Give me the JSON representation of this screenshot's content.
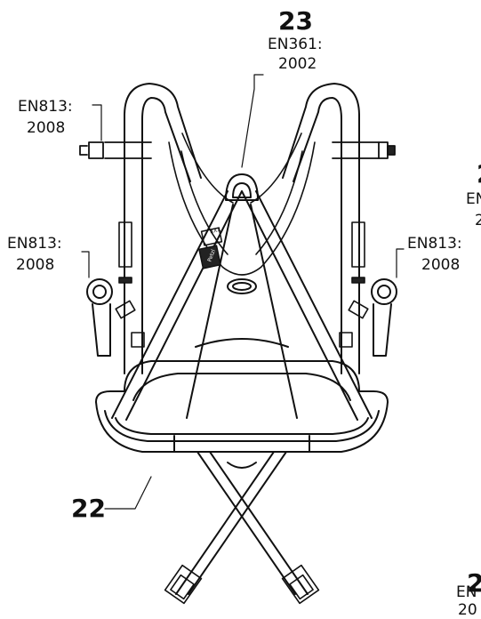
{
  "callouts": {
    "c23": {
      "number": "23",
      "line1": "EN361:",
      "line2": "2002"
    },
    "c22": {
      "number": "22"
    },
    "left_top": {
      "line1": "EN813:",
      "line2": "2008"
    },
    "left_mid": {
      "line1": "EN813:",
      "line2": "2008"
    },
    "right_mid": {
      "line1": "EN813:",
      "line2": "2008"
    },
    "right_cut_top": {
      "number": "2",
      "line1": "EN",
      "line2": "2"
    },
    "right_cut_bottom": {
      "number": "2",
      "line1": "EN",
      "line2": "20"
    }
  },
  "strap_tags": {
    "badge": "XXX",
    "logo": "Petzl"
  },
  "colors": {
    "line": "#111111",
    "paper": "#ffffff"
  }
}
